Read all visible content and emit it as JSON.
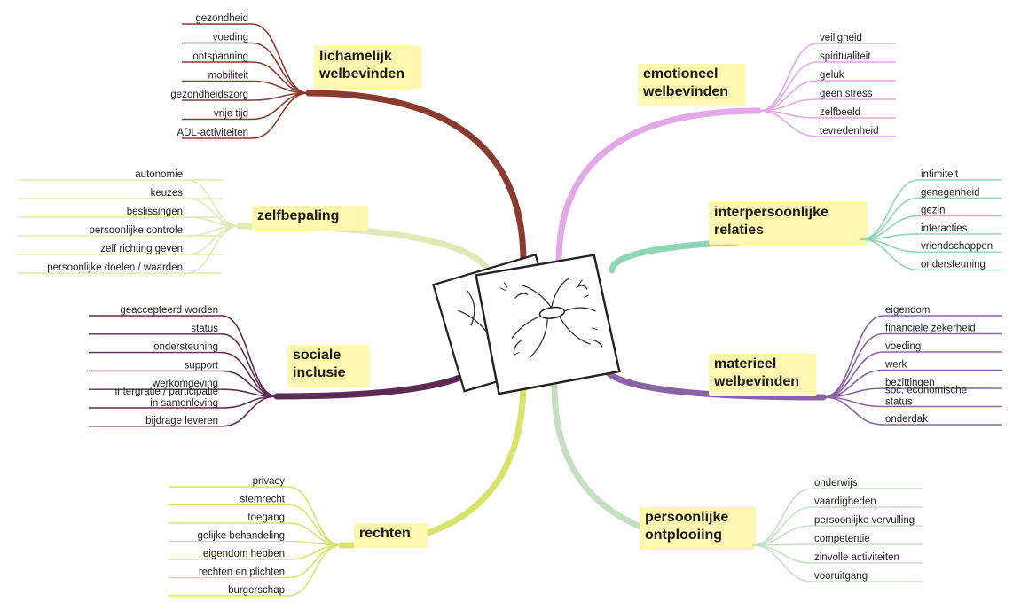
{
  "branches": [
    {
      "id": "lichamelijk",
      "title": [
        "lichamelijk",
        "welbevinden"
      ],
      "color": "#8b3a2e",
      "items": [
        "gezondheid",
        "voeding",
        "ontspanning",
        "mobiliteit",
        "gezondheidszorg",
        "vrije tijd",
        "ADL-activiteiten"
      ]
    },
    {
      "id": "zelfbepaling",
      "title": [
        "zelfbepaling"
      ],
      "color": "#dfeab6",
      "items": [
        "autonomie",
        "keuzes",
        "beslissingen",
        "persoonlijke controle",
        "zelf richting geven",
        "persoonlijke doelen / waarden"
      ]
    },
    {
      "id": "sociale",
      "title": [
        "sociale",
        "inclusie"
      ],
      "color": "#5c2a55",
      "items": [
        "geaccepteerd worden",
        "status",
        "ondersteuning",
        "support",
        "werkomgeving",
        "intergratie / participatie in samenleving",
        "bijdrage leveren"
      ]
    },
    {
      "id": "rechten",
      "title": [
        "rechten"
      ],
      "color": "#d9e36a",
      "items": [
        "privacy",
        "stemrecht",
        "toegang",
        "gelijke behandeling",
        "eigendom hebben",
        "rechten en plichten",
        "burgerschap"
      ]
    },
    {
      "id": "emotioneel",
      "title": [
        "emotioneel",
        "welbevinden"
      ],
      "color": "#e2a8e8",
      "items": [
        "veiligheid",
        "spiritualiteit",
        "geluk",
        "geen stress",
        "zelfbeeld",
        "tevredenheid"
      ]
    },
    {
      "id": "interpersoonlijk",
      "title": [
        "interpersoonlijke",
        "relaties"
      ],
      "color": "#8fd6b6",
      "items": [
        "intimiteit",
        "genegenheid",
        "gezin",
        "interacties",
        "vriendschappen",
        "ondersteuning"
      ]
    },
    {
      "id": "materieel",
      "title": [
        "materieel",
        "welbevinden"
      ],
      "color": "#8b62a3",
      "items": [
        "eigendom",
        "financiele zekerheid",
        "voeding",
        "werk",
        "bezittingen",
        "soc. economische status",
        "onderdak"
      ]
    },
    {
      "id": "persoonlijk",
      "title": [
        "persoonlijke",
        "ontplooiing"
      ],
      "color": "#c4e0c0",
      "items": [
        "onderwijs",
        "vaardigheden",
        "persoonlijke vervulling",
        "competentie",
        "zinvolle activiteiten",
        "vooruitgang"
      ]
    }
  ]
}
